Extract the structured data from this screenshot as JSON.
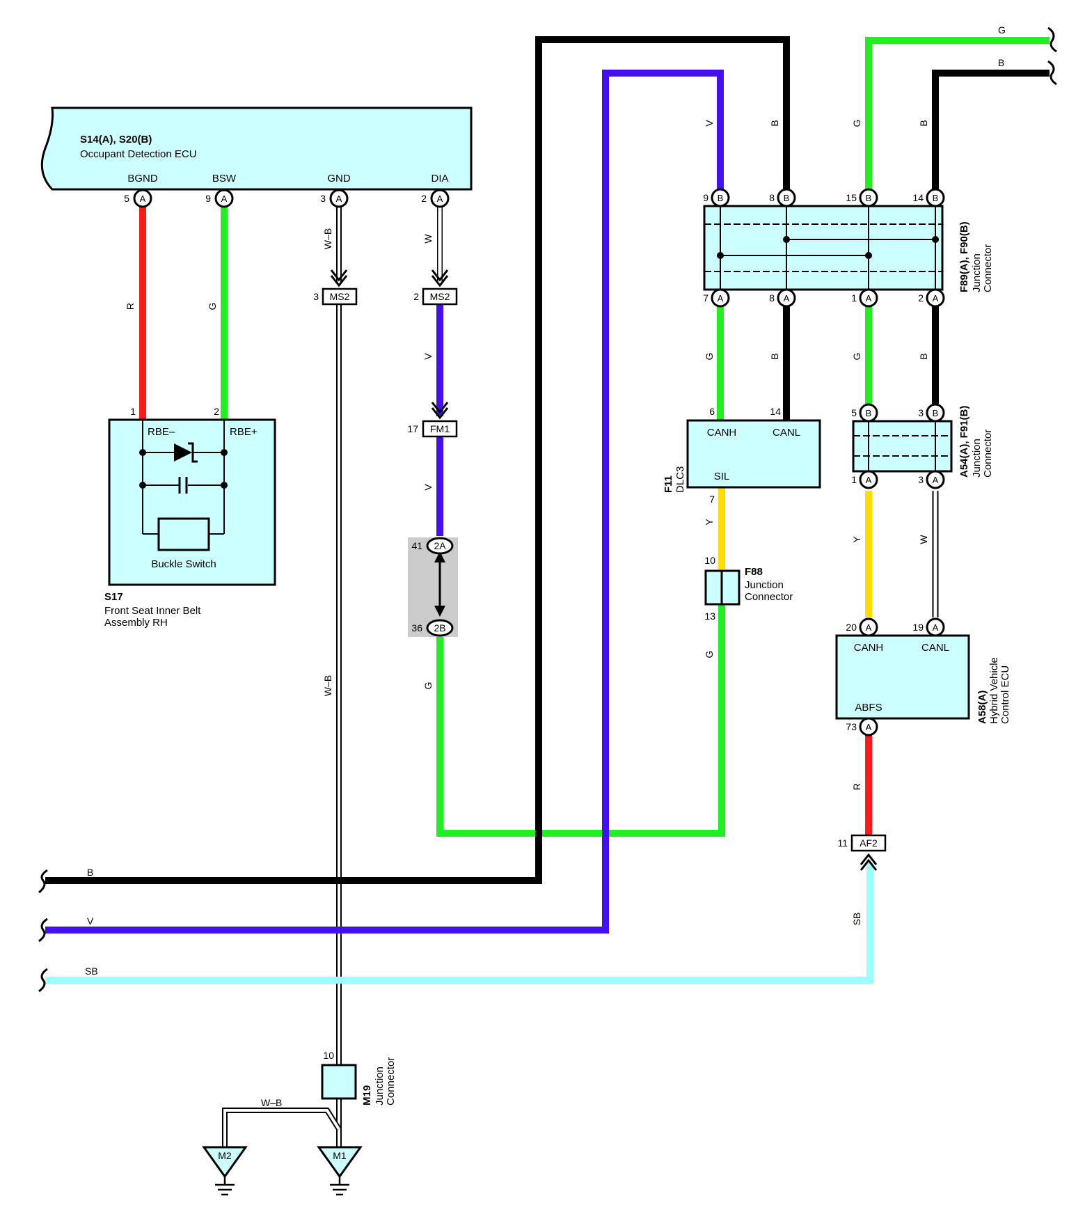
{
  "ecu": {
    "id": "S14(A), S20(B)",
    "name": "Occupant Detection ECU",
    "terms": [
      "BGND",
      "BSW",
      "GND",
      "DIA"
    ],
    "pins": [
      "5",
      "9",
      "3",
      "2"
    ],
    "pin_letter": "A"
  },
  "switch_assy": {
    "id": "S17",
    "name_line1": "Front Seat Inner Belt",
    "name_line2": "Assembly RH",
    "pin1": "1",
    "pin2": "2",
    "rbe_minus": "RBE–",
    "rbe_plus": "RBE+",
    "buckle": "Buckle Switch"
  },
  "ms2": {
    "label": "MS2",
    "pin_left": "3",
    "pin_right": "2"
  },
  "fm1": {
    "label": "FM1",
    "pin": "17"
  },
  "conn2": {
    "top_label": "2A",
    "top_pin": "41",
    "bottom_label": "2B",
    "bottom_pin": "36"
  },
  "jc_top": {
    "id": "F89(A), F90(B)",
    "line1": "Junction",
    "line2": "Connector",
    "top_pins": [
      "9",
      "8",
      "15",
      "14"
    ],
    "top_letters": [
      "B",
      "B",
      "B",
      "B"
    ],
    "bottom_pins": [
      "7",
      "8",
      "1",
      "2"
    ],
    "bottom_letters": [
      "A",
      "A",
      "A",
      "A"
    ]
  },
  "dlc3": {
    "id": "F11",
    "name": "DLC3",
    "canh": "CANH",
    "canl": "CANL",
    "sil": "SIL",
    "pin_canh": "6",
    "pin_canl": "14",
    "pin_sil": "7"
  },
  "f88": {
    "id": "F88",
    "line1": "Junction",
    "line2": "Connector",
    "pin_top": "10",
    "pin_bottom": "13"
  },
  "jc_mid": {
    "id": "A54(A), F91(B)",
    "line1": "Junction",
    "line2": "Connector",
    "top_pins": [
      "5",
      "3"
    ],
    "top_letters": [
      "B",
      "B"
    ],
    "bottom_pins": [
      "1",
      "3"
    ],
    "bottom_letters": [
      "A",
      "A"
    ]
  },
  "hv_ecu": {
    "id": "A58(A)",
    "line1": "Hybrid Vehicle",
    "line2": "Control ECU",
    "canh": "CANH",
    "canl": "CANL",
    "abfs": "ABFS",
    "pin_canh": "20",
    "pin_canl": "19",
    "pin_abfs": "73",
    "pin_letter": "A"
  },
  "af2": {
    "label": "AF2",
    "pin": "11"
  },
  "m19": {
    "id": "M19",
    "line1": "Junction",
    "line2": "Connector",
    "pin": "10"
  },
  "grounds": {
    "m1": "M1",
    "m2": "M2"
  },
  "wires": {
    "r": "R",
    "g": "G",
    "wb": "W–B",
    "w": "W",
    "v": "V",
    "b": "B",
    "y": "Y",
    "sb": "SB"
  },
  "colors": {
    "red": "#ff1a1a",
    "green": "#22ee22",
    "violet": "#4411ee",
    "black": "#000000",
    "yellow": "#ffdd00",
    "sky": "#99ffff",
    "box": "#ccffff",
    "gray": "#cccccc"
  }
}
